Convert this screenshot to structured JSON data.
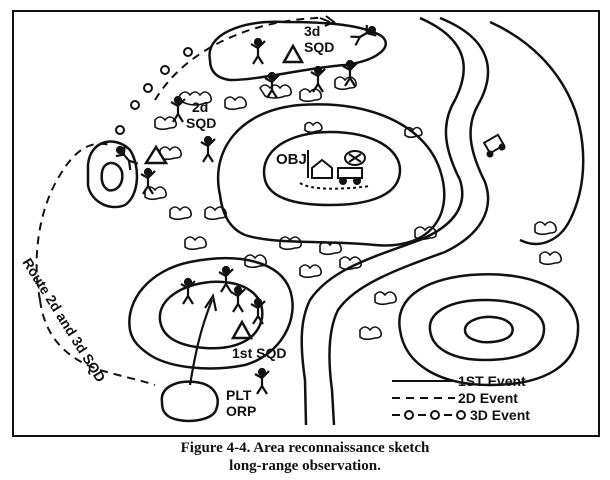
{
  "map": {
    "objective_label": "OBJ",
    "squad_3_label_line1": "3d",
    "squad_3_label_line2": "SQD",
    "squad_2_label_line1": "2d",
    "squad_2_label_line2": "SQD",
    "squad_1_label": "1st SQD",
    "orp_label_line1": "PLT",
    "orp_label_line2": "ORP",
    "route_label": "Route 2d and 3d SQD"
  },
  "legend": {
    "items": [
      {
        "label": "1ST Event",
        "line_style": "solid"
      },
      {
        "label": "2D Event",
        "line_style": "dashed"
      },
      {
        "label": "3D Event",
        "line_style": "dash-circle"
      }
    ]
  },
  "caption": {
    "line1": "Figure 4-4. Area reconnaissance sketch",
    "line2": "long-range observation."
  },
  "colors": {
    "ink": "#111111",
    "paper": "#ffffff"
  }
}
